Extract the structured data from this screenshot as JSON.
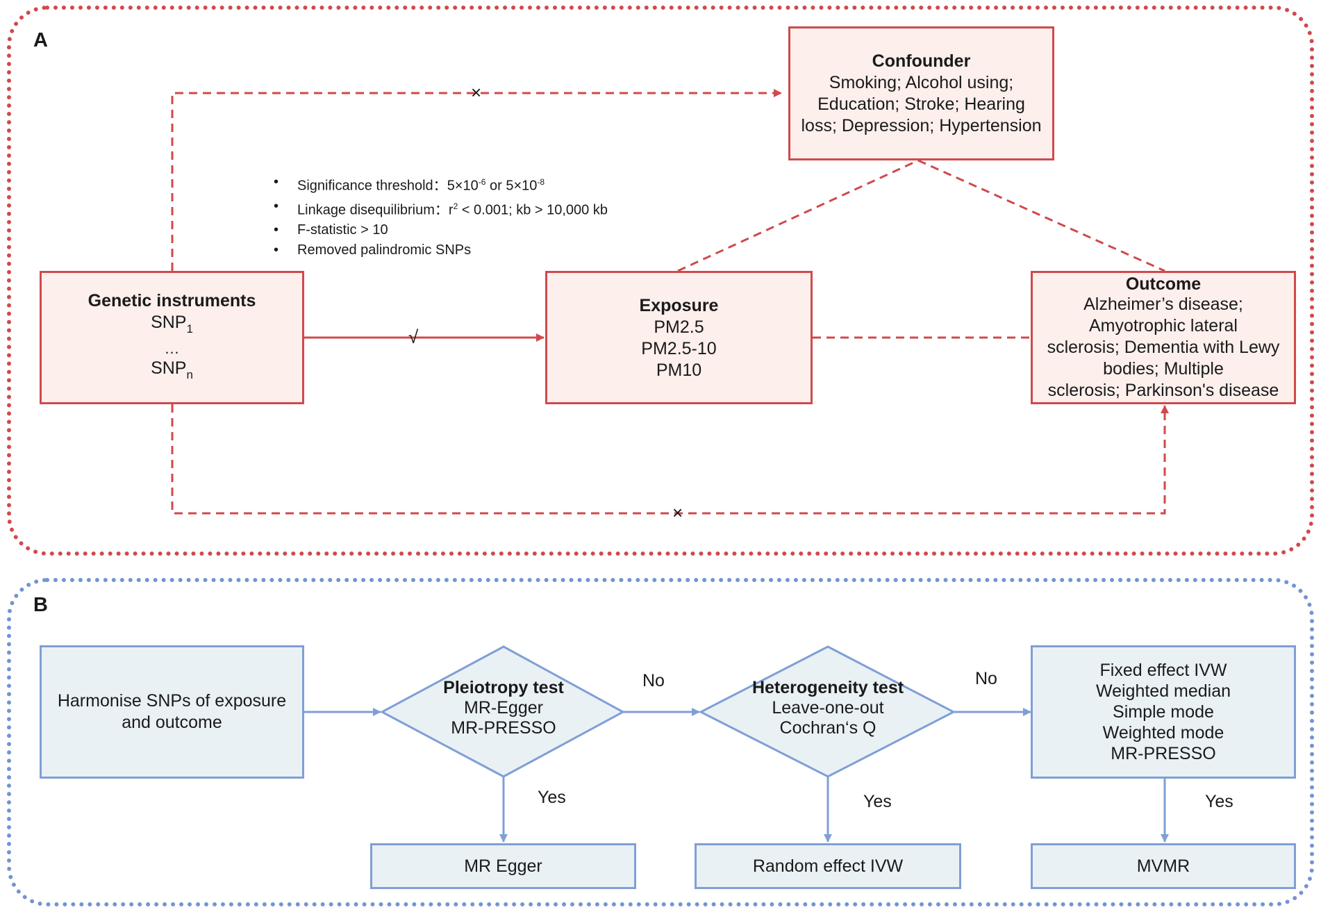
{
  "panel_a": {
    "letter": "A",
    "confounder": {
      "title": "Confounder",
      "lines": [
        "Smoking; Alcohol using;",
        "Education; Stroke; Hearing",
        "loss; Depression; Hypertension"
      ]
    },
    "genetic_instruments": {
      "title": "Genetic instruments",
      "snp_first": "SNP",
      "snp_first_sub": "1",
      "ellipsis": "…",
      "snp_last": "SNP",
      "snp_last_sub": "n"
    },
    "exposure": {
      "title": "Exposure",
      "lines": [
        "PM2.5",
        "PM2.5-10",
        "PM10"
      ]
    },
    "outcome": {
      "title": "Outcome",
      "lines": [
        "Alzheimer’s disease;",
        "Amyotrophic lateral",
        "sclerosis; Dementia with Lewy",
        "bodies; Multiple",
        "sclerosis; Parkinson's disease"
      ]
    },
    "criteria": [
      {
        "label": "Significance threshold：",
        "base1": "5×10",
        "exp1": "-6",
        "mid": " or 5×10",
        "exp2": "-8"
      },
      {
        "label": "Linkage disequilibrium：",
        "base1": "r",
        "exp1": "2",
        "mid": " < 0.001; kb > 10,000 kb",
        "exp2": ""
      },
      {
        "label": "F-statistic > 10",
        "base1": "",
        "exp1": "",
        "mid": "",
        "exp2": ""
      },
      {
        "label": "Removed palindromic SNPs",
        "base1": "",
        "exp1": "",
        "mid": "",
        "exp2": ""
      }
    ],
    "marks": {
      "check": "√",
      "cross_top": "×",
      "cross_bottom": "×"
    }
  },
  "panel_b": {
    "letter": "B",
    "harmonise": {
      "lines": [
        "Harmonise SNPs of  exposure",
        "and outcome"
      ]
    },
    "pleiotropy": {
      "title": "Pleiotropy test",
      "lines": [
        "MR-Egger",
        "MR-PRESSO"
      ]
    },
    "heterogeneity": {
      "title": "Heterogeneity test",
      "lines": [
        "Leave-one-out",
        "Cochran‘s Q"
      ]
    },
    "methods": {
      "lines": [
        "Fixed effect IVW",
        "Weighted median",
        "Simple mode",
        "Weighted mode",
        "MR-PRESSO"
      ]
    },
    "mr_egger": "MR Egger",
    "random_effect": "Random effect IVW",
    "mvmr": "MVMR",
    "labels": {
      "no_1": "No",
      "no_2": "No",
      "yes_1": "Yes",
      "yes_2": "Yes",
      "yes_3": "Yes"
    }
  },
  "colors": {
    "red": "#d0494c",
    "red_fill": "#fcefec",
    "blue": "#7f9fd5",
    "blue_fill": "#e9f1f5"
  }
}
